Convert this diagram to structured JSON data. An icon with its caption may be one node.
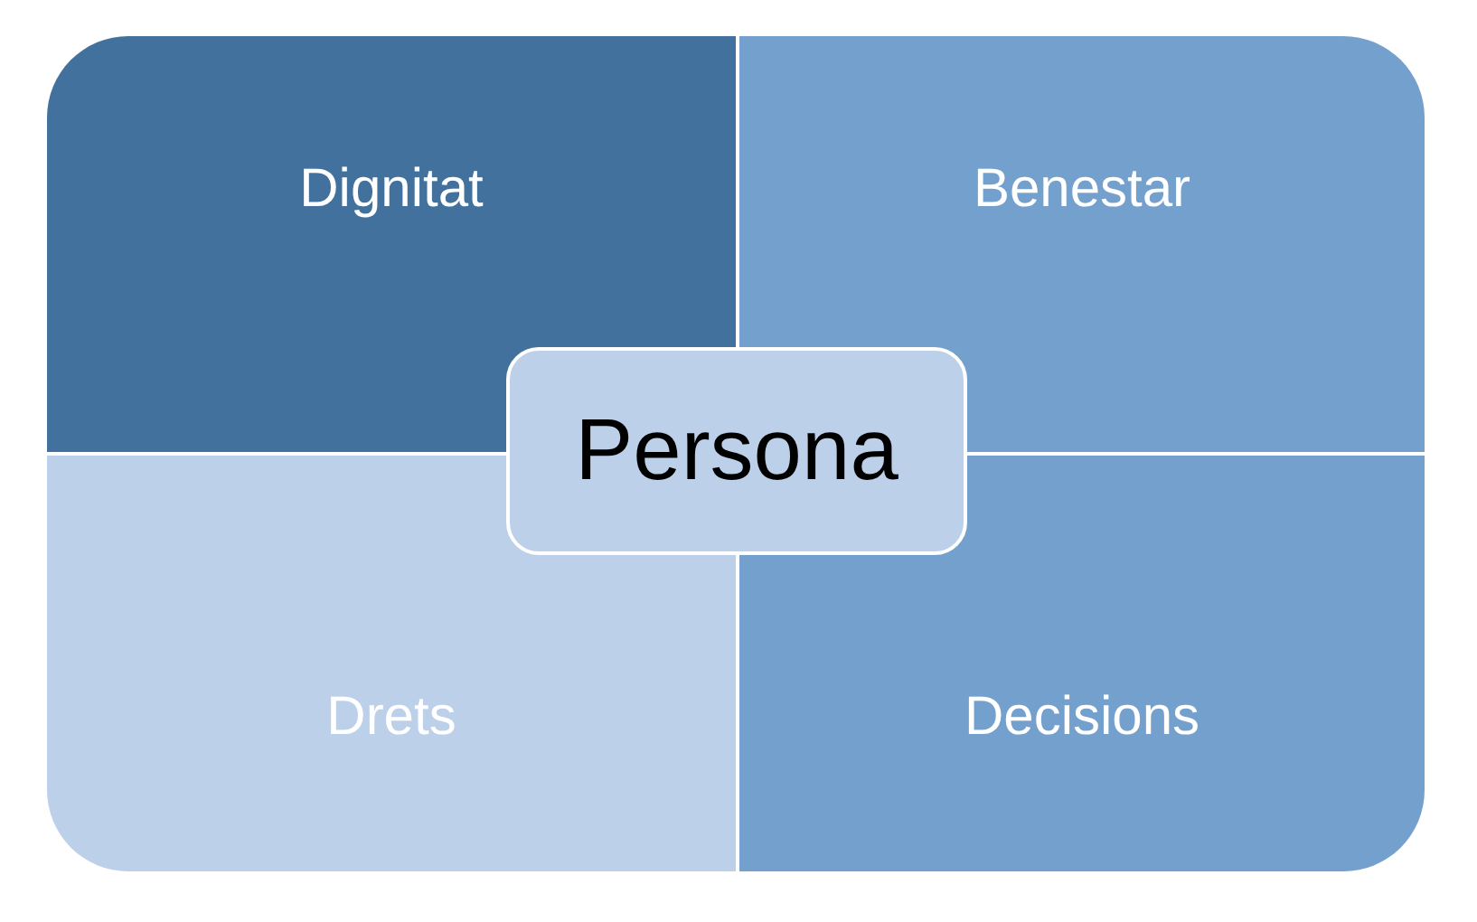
{
  "diagram": {
    "nodes": [
      {
        "text": [
          "Dignitat"
        ]
      },
      {
        "text": [
          "Benestar"
        ]
      },
      {
        "text": [
          "Drets"
        ]
      },
      {
        "text": [
          "Decisions"
        ]
      },
      {
        "text": [
          "Persona"
        ]
      }
    ]
  }
}
